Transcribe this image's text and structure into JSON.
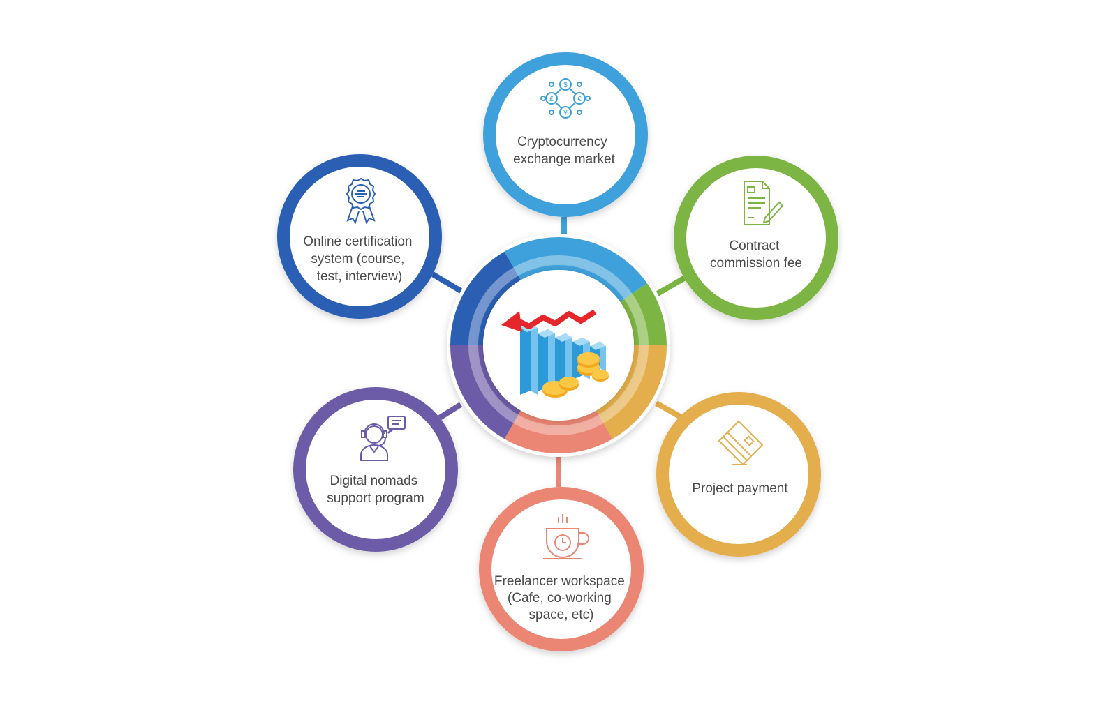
{
  "center": {
    "icon": "bar-chart-down-arrow-coins-icon"
  },
  "nodes": [
    {
      "id": "crypto",
      "lines": [
        "Cryptocurrency",
        "exchange market"
      ],
      "color": "#3FA1DB",
      "icon": "currency-network-icon"
    },
    {
      "id": "contract",
      "lines": [
        "Contract",
        "commission fee"
      ],
      "color": "#7DB544",
      "icon": "contract-document-pen-icon"
    },
    {
      "id": "payment",
      "lines": [
        "Project payment"
      ],
      "color": "#E3AE4B",
      "icon": "credit-card-icon"
    },
    {
      "id": "workspace",
      "lines": [
        "Freelancer workspace",
        "(Cafe, co-working",
        "space, etc)"
      ],
      "color": "#EC8674",
      "icon": "coffee-cup-clock-icon"
    },
    {
      "id": "nomads",
      "lines": [
        "Digital nomads",
        "support program"
      ],
      "color": "#6C5BA6",
      "icon": "support-agent-headset-icon"
    },
    {
      "id": "certification",
      "lines": [
        "Online certification",
        "system (course,",
        "test, interview)"
      ],
      "color": "#2B5FB4",
      "icon": "certificate-badge-icon"
    }
  ]
}
